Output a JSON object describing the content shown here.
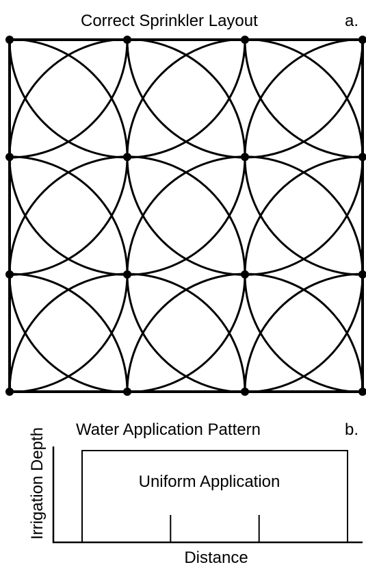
{
  "panel_a": {
    "title": "Correct Sprinkler Layout",
    "letter": "a.",
    "sprinkler_grid": {
      "columns": 4,
      "rows": 4
    },
    "line_color": "#000000"
  },
  "panel_b": {
    "title": "Water Application Pattern",
    "letter": "b.",
    "y_axis_label": "Irrigation Depth",
    "x_axis_label": "Distance",
    "pattern_label": "Uniform Application",
    "sprinkler_markers": 4
  }
}
